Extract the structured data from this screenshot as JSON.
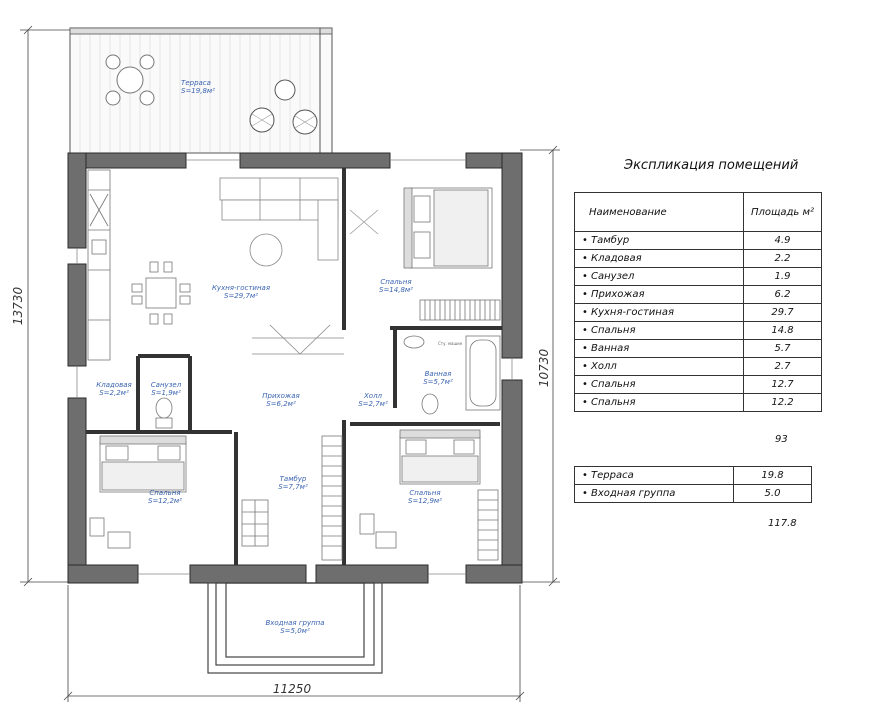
{
  "dimensions": {
    "width_total": "11250",
    "height_total": "13730",
    "height_right": "10730"
  },
  "rooms": [
    {
      "id": "terrace",
      "name": "Терраса",
      "area": "S=19,8м²"
    },
    {
      "id": "kitchen",
      "name": "Кухня-гостиная",
      "area": "S=29,7м²"
    },
    {
      "id": "bedroom1",
      "name": "Спальня",
      "area": "S=14,8м²"
    },
    {
      "id": "storage",
      "name": "Кладовая",
      "area": "S=2,2м²"
    },
    {
      "id": "wc",
      "name": "Санузел",
      "area": "S=1,9м²"
    },
    {
      "id": "hallway",
      "name": "Прихожая",
      "area": "S=6,2м²"
    },
    {
      "id": "hall",
      "name": "Холл",
      "area": "S=2,7м²"
    },
    {
      "id": "bath",
      "name": "Ванная",
      "area": "S=5,7м²"
    },
    {
      "id": "bedroom3",
      "name": "Спальня",
      "area": "S=12,2м²"
    },
    {
      "id": "vestibule",
      "name": "Тамбур",
      "area": "S=7,7м²"
    },
    {
      "id": "bedroom2",
      "name": "Спальня",
      "area": "S=12,9м²"
    },
    {
      "id": "entrance",
      "name": "Входная группа",
      "area": "S=5,0м²"
    }
  ],
  "fixture_note": "Сту. машин",
  "explication": {
    "title": "Экспликация помещений",
    "header_name": "Наименование",
    "header_area": "Площадь м²",
    "bullet": "•",
    "rows": [
      {
        "name": "Тамбур",
        "area": "4.9"
      },
      {
        "name": "Кладовая",
        "area": "2.2"
      },
      {
        "name": "Санузел",
        "area": "1.9"
      },
      {
        "name": "Прихожая",
        "area": "6.2"
      },
      {
        "name": "Кухня-гостиная",
        "area": "29.7"
      },
      {
        "name": "Спальня",
        "area": "14.8"
      },
      {
        "name": "Ванная",
        "area": "5.7"
      },
      {
        "name": "Холл",
        "area": "2.7"
      },
      {
        "name": "Спальня",
        "area": "12.7"
      },
      {
        "name": "Спальня",
        "area": "12.2"
      }
    ],
    "subtotal": "93",
    "extra_rows": [
      {
        "name": "Терраса",
        "area": "19.8"
      },
      {
        "name": "Входная группа",
        "area": "5.0"
      }
    ],
    "total": "117.8"
  }
}
